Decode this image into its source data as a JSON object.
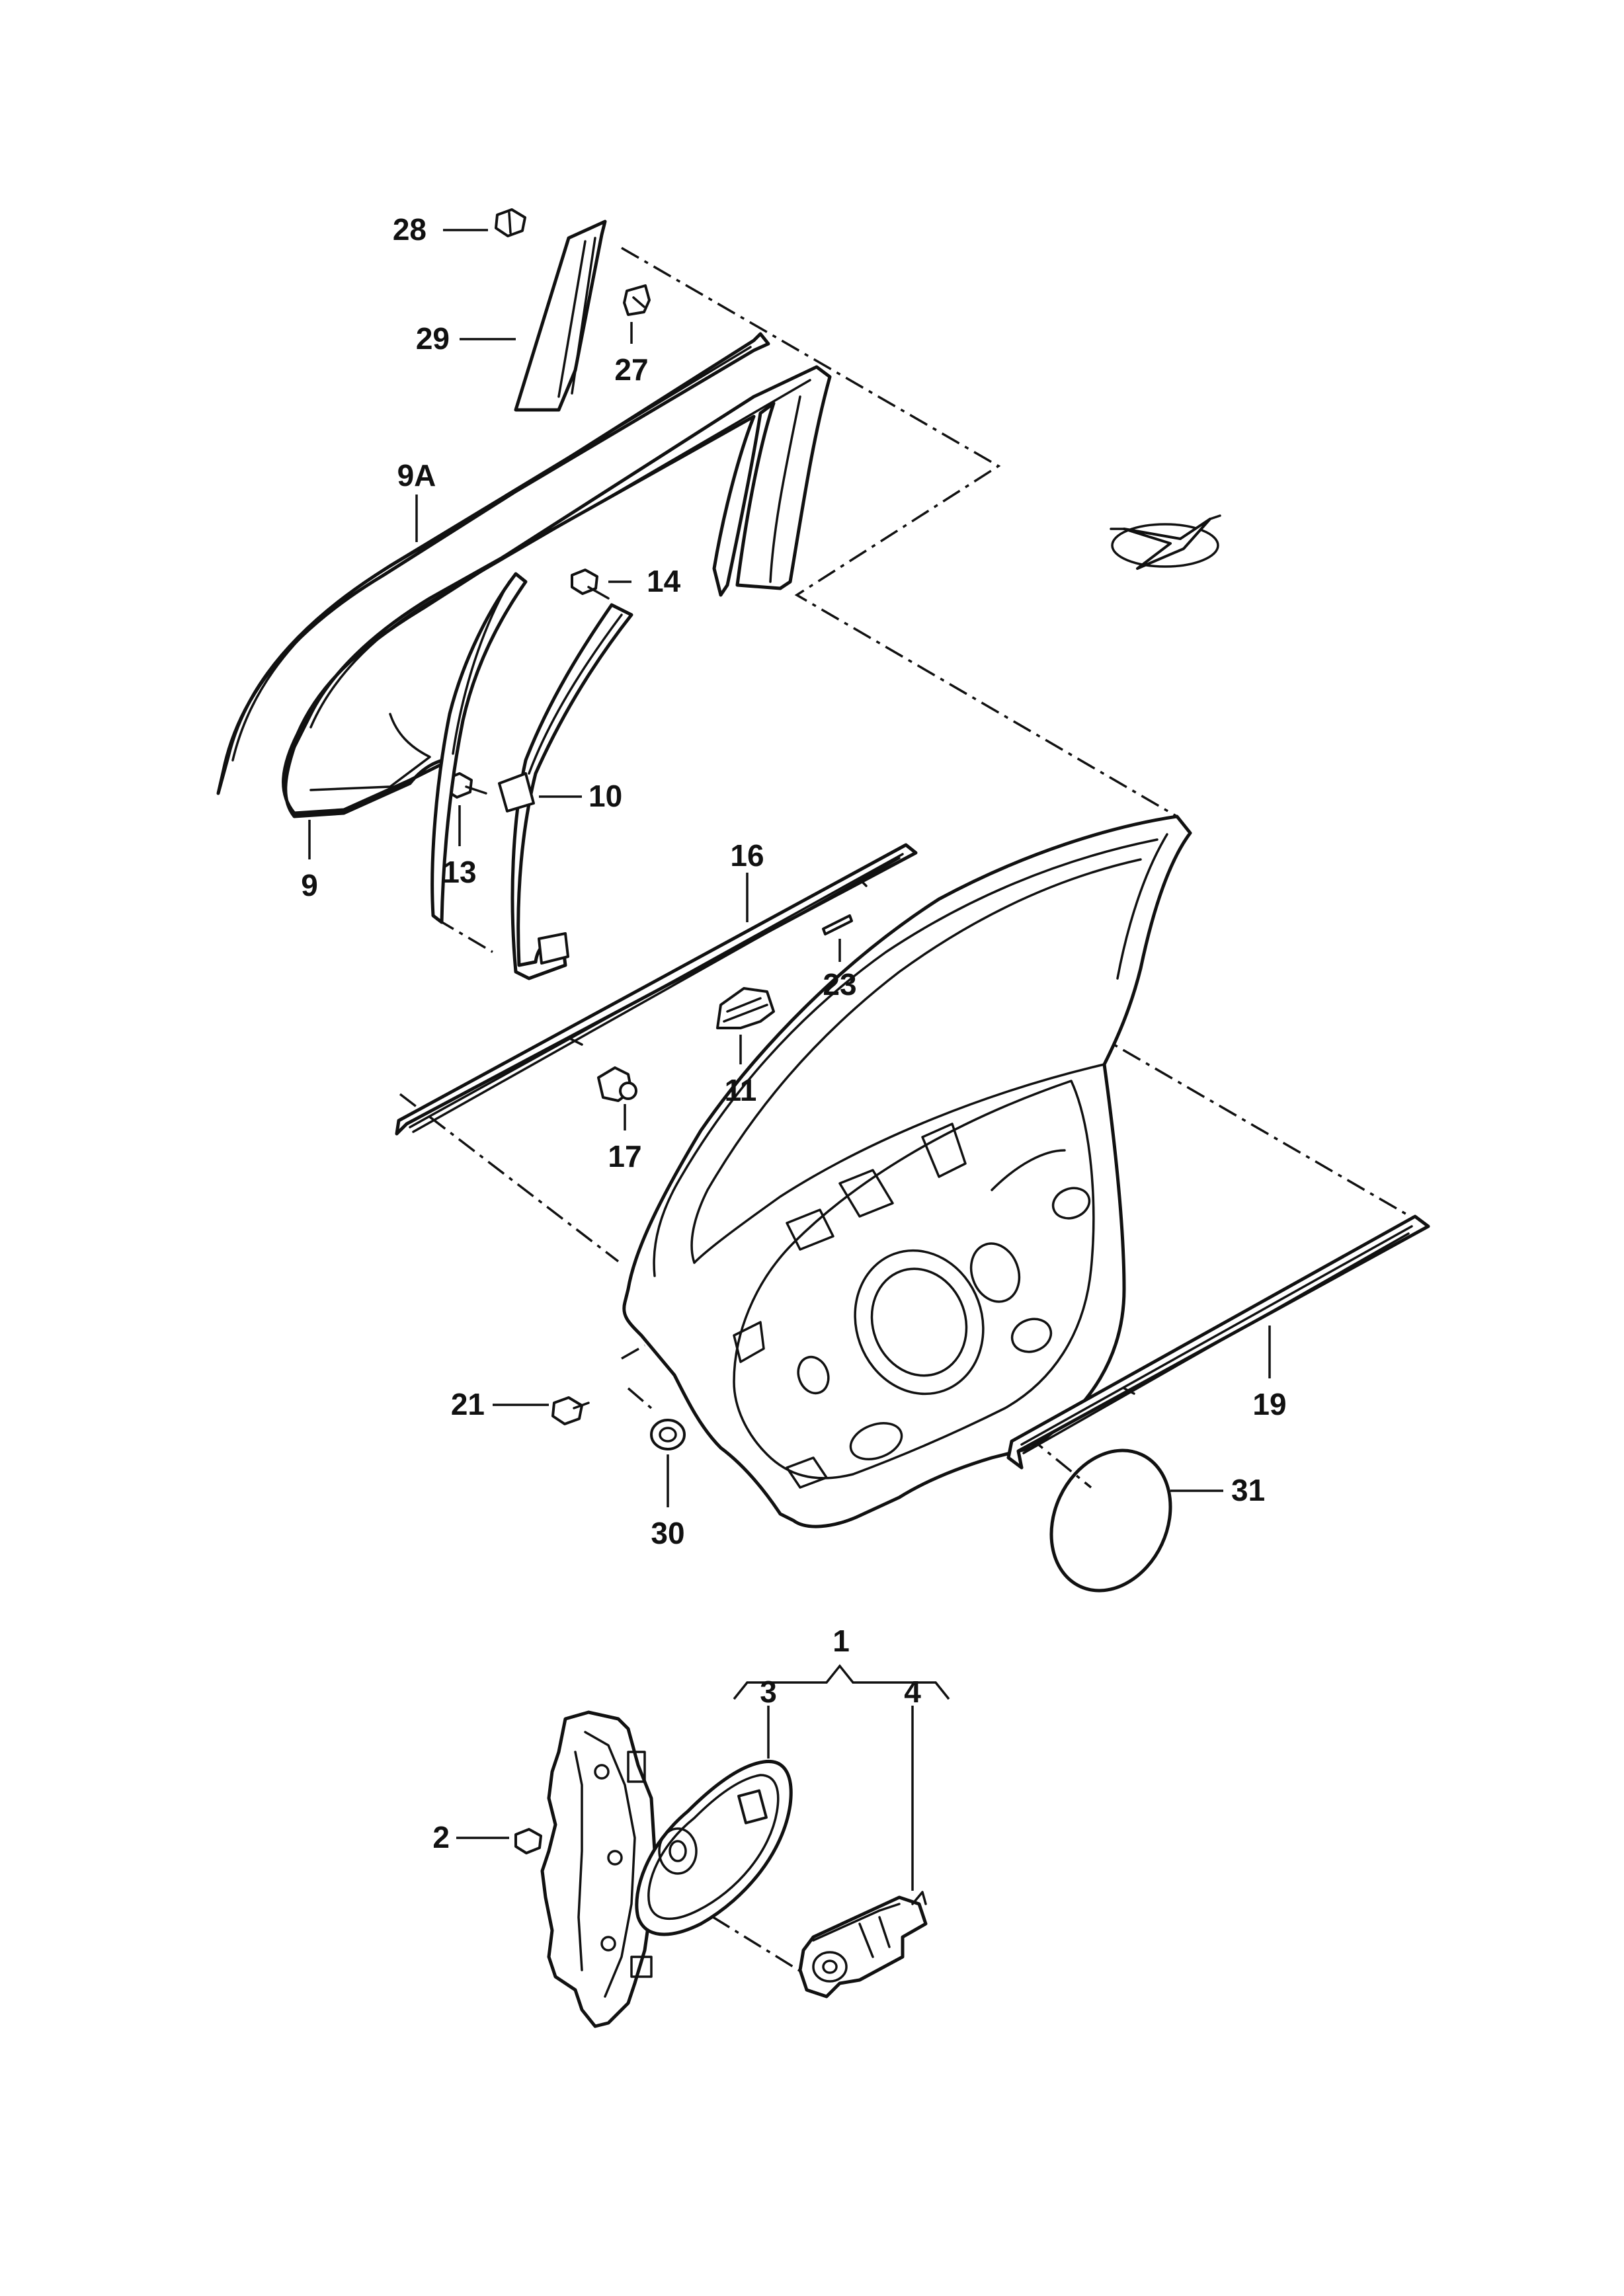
{
  "callouts": {
    "c1": "1",
    "c2": "2",
    "c3": "3",
    "c4": "4",
    "c9": "9",
    "c9a": "9A",
    "c10": "10",
    "c11": "11",
    "c13": "13",
    "c14": "14",
    "c16": "16",
    "c17": "17",
    "c19": "19",
    "c21": "21",
    "c23": "23",
    "c27": "27",
    "c28": "28",
    "c29": "29",
    "c30": "30",
    "c31": "31"
  },
  "colors": {
    "line": "#111111",
    "background": "#ffffff"
  },
  "icons": {
    "orientation": "compass-star-icon"
  }
}
